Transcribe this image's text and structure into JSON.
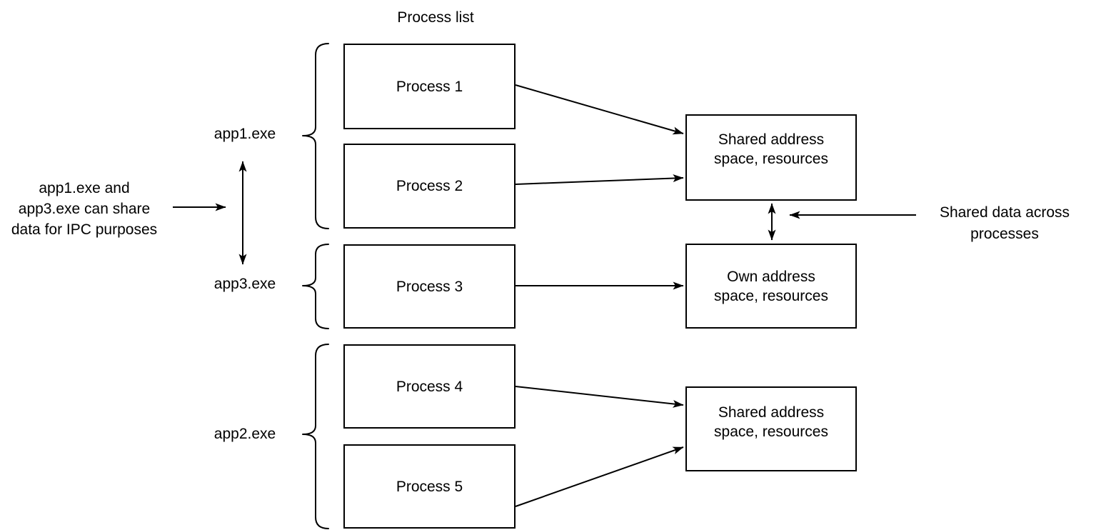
{
  "diagram": {
    "title": "Process list",
    "processes": [
      {
        "label": "Process 1"
      },
      {
        "label": "Process 2"
      },
      {
        "label": "Process 3"
      },
      {
        "label": "Process 4"
      },
      {
        "label": "Process 5"
      }
    ],
    "groups": [
      {
        "label": "app1.exe",
        "members": "Process 1, Process 2"
      },
      {
        "label": "app3.exe",
        "members": "Process 3"
      },
      {
        "label": "app2.exe",
        "members": "Process 4, Process 5"
      }
    ],
    "address_boxes": [
      {
        "label": "Shared address\nspace, resources"
      },
      {
        "label": "Own address\nspace, resources"
      },
      {
        "label": "Shared address\nspace, resources"
      }
    ],
    "annotations": {
      "left": "app1.exe and\napp3.exe can share\ndata for IPC purposes",
      "right": "Shared data across\nprocesses"
    },
    "colors": {
      "stroke": "#000000",
      "text": "#000000",
      "background": "#ffffff"
    }
  }
}
